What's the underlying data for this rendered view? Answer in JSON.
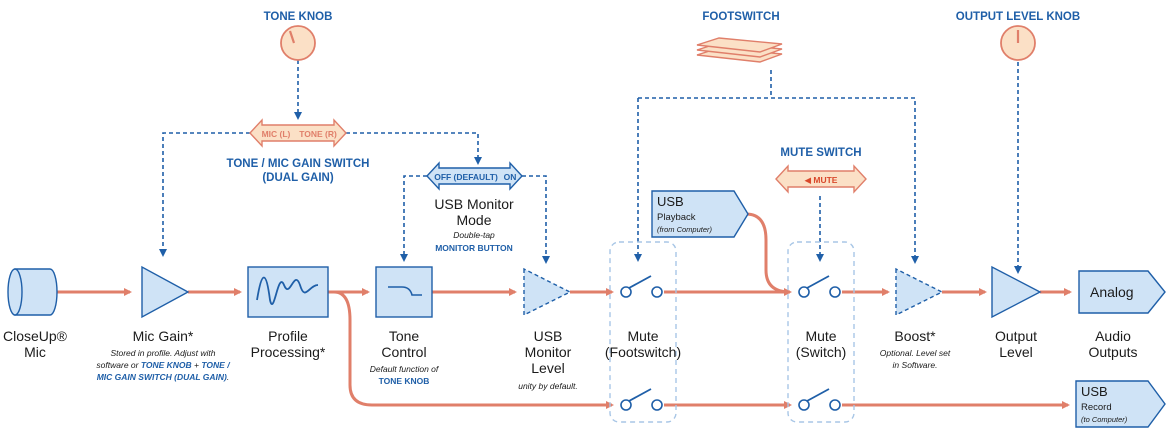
{
  "controls": {
    "tone_knob": "TONE KNOB",
    "footswitch": "FOOTSWITCH",
    "output_level_knob": "OUTPUT LEVEL KNOB",
    "mute_switch": "MUTE SWITCH",
    "tone_mic_switch": {
      "left": "MIC (L)",
      "right": "TONE (R)",
      "label_line1": "TONE / MIC GAIN SWITCH",
      "label_line2": "(DUAL GAIN)"
    },
    "usb_monitor_switch": {
      "left": "OFF (DEFAULT)",
      "right": "ON"
    },
    "mute_switch_value": "◀ MUTE"
  },
  "blocks": {
    "closeup_mic": {
      "line1": "CloseUp®",
      "line2": "Mic"
    },
    "mic_gain": {
      "title": "Mic Gain*",
      "note1": "Stored in profile. Adjust with",
      "note2_a": "software or ",
      "note2_b": "TONE KNOB",
      "note2_c": " + ",
      "note2_d": "TONE /",
      "note3": "MIC GAIN SWITCH (DUAL GAIN)",
      "note3_end": "."
    },
    "profile_processing": {
      "line1": "Profile",
      "line2": "Processing*"
    },
    "tone_control": {
      "line1": "Tone",
      "line2": "Control",
      "note1": "Default function of",
      "note2": "TONE KNOB"
    },
    "usb_monitor_mode": {
      "line1": "USB Monitor",
      "line2": "Mode",
      "note1": "Double-tap",
      "note2": "MONITOR BUTTON"
    },
    "usb_monitor_level": {
      "line1": "USB",
      "line2": "Monitor",
      "line3": "Level",
      "note": "unity by default."
    },
    "mute_footswitch": {
      "line1": "Mute",
      "line2": "(Footswitch)"
    },
    "mute_switch": {
      "line1": "Mute",
      "line2": "(Switch)"
    },
    "boost": {
      "title": "Boost*",
      "note1": "Optional. Level set",
      "note2": "in Software."
    },
    "output_level": {
      "line1": "Output",
      "line2": "Level"
    },
    "audio_outputs": {
      "line1": "Audio",
      "line2": "Outputs"
    }
  },
  "ports": {
    "usb_playback": {
      "title": "USB",
      "sub": "Playback",
      "note": "(from Computer)"
    },
    "analog": {
      "title": "Analog"
    },
    "usb_record": {
      "title": "USB",
      "sub": "Record",
      "note": "(to Computer)"
    }
  },
  "colors": {
    "signal": "#e07f6a",
    "control": "#1f5fa8",
    "block_fill": "#cfe3f6",
    "switch_fill": "#f6d6c8",
    "knob_fill": "#fbe0c6"
  }
}
